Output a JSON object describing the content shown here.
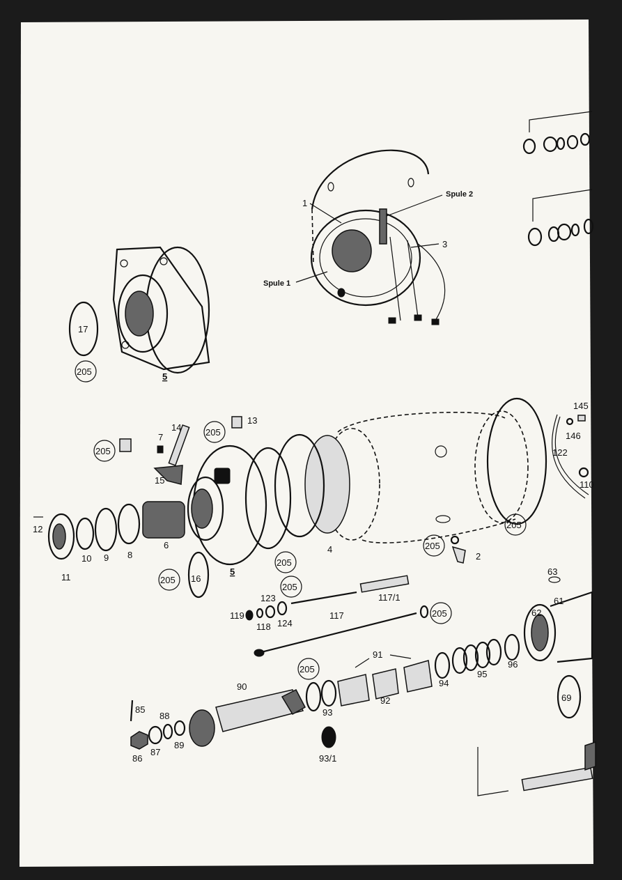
{
  "labels": {
    "spule1": "Spule 1",
    "spule2": "Spule 2",
    "n1": "1",
    "n2": "2",
    "n3": "3",
    "n4": "4",
    "n5a": "5",
    "n5b": "5",
    "n6": "6",
    "n7": "7",
    "n8": "8",
    "n9": "9",
    "n10": "10",
    "n11": "11",
    "n12": "12",
    "n13": "13",
    "n14": "14",
    "n15": "15",
    "n16": "16",
    "n17": "17",
    "n61": "61",
    "n62": "62",
    "n63": "63",
    "n69": "69",
    "n85": "85",
    "n86": "86",
    "n87": "87",
    "n88": "88",
    "n89": "89",
    "n90": "90",
    "n91": "91",
    "n92": "92",
    "n93": "93",
    "n93_1": "93/1",
    "n94": "94",
    "n95": "95",
    "n96": "96",
    "n110": "110",
    "n117": "117",
    "n117_1": "117/1",
    "n118": "118",
    "n119": "119",
    "n122": "122",
    "n123": "123",
    "n124": "124",
    "n145": "145",
    "n146": "146",
    "c205": "205"
  }
}
